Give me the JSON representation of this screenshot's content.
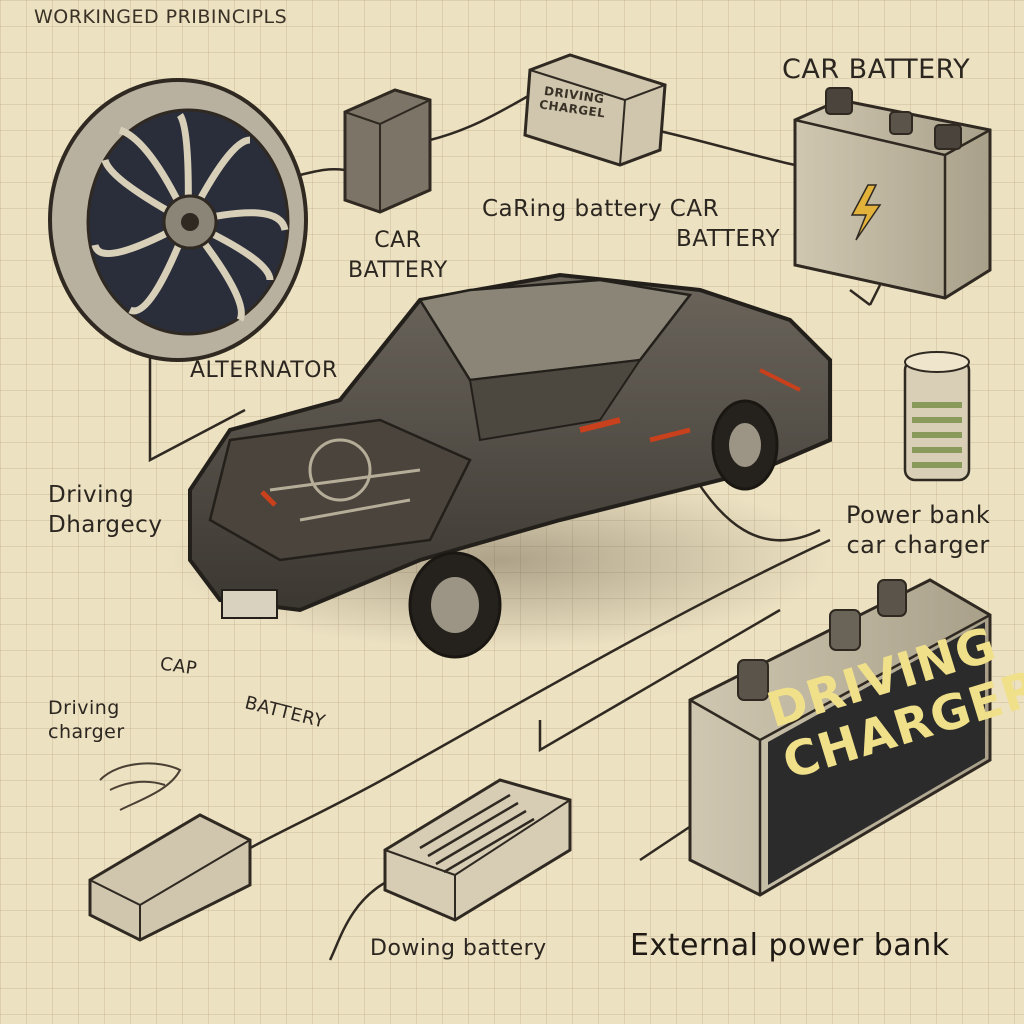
{
  "colors": {
    "paper": "#ece1c1",
    "ink": "#2b2620",
    "accent_red": "#c8401c",
    "label_yellow": "#f0e08a"
  },
  "labels": {
    "title": "WORKINGED PRIBINCIPLS",
    "car_battery_top": "CAR BATTERY",
    "caring_battery": "CaRing battery CAR",
    "caring_battery_2": "BATTERY",
    "car_battery_mid_1": "CAR",
    "car_battery_mid_2": "BATTERY",
    "alternator": "ALTERNATOR",
    "driving_charger_1a": "Driving",
    "driving_charger_1b": "Dhargecy",
    "power_bank_1": "Power bank",
    "power_bank_2": "car charger",
    "car_small": "CAP",
    "battery_small": "BATTERY",
    "driving_charger_2a": "Driving",
    "driving_charger_2b": "charger",
    "driving_charger_big_1": "DRIVING",
    "driving_charger_big_2": "CHARGER",
    "dowing_battery": "Dowing battery",
    "external_power_bank": "External power bank",
    "device_label_1": "DRIVING",
    "device_label_2": "CHARGEL"
  },
  "icons": [
    "alternator-icon",
    "car-battery-icon",
    "power-bank-icon",
    "charger-icon",
    "car-icon",
    "lightning-icon"
  ]
}
